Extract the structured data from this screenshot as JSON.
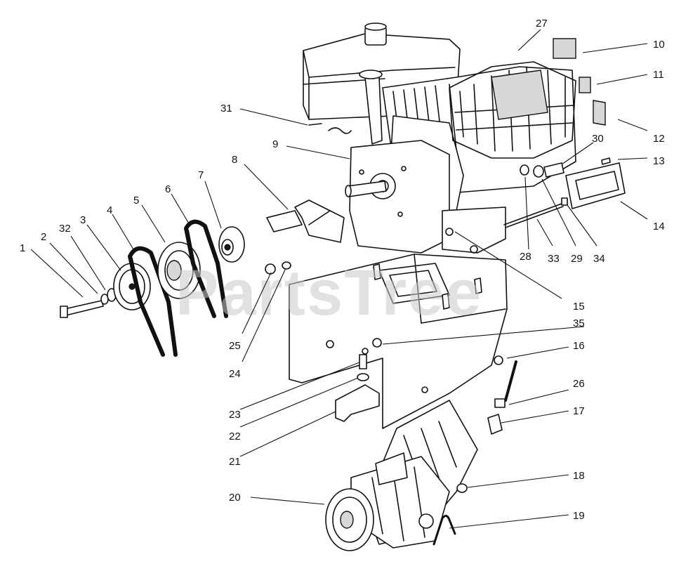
{
  "diagram": {
    "watermark": "PartsTree",
    "callouts": [
      {
        "id": "1",
        "label": "1"
      },
      {
        "id": "2",
        "label": "2"
      },
      {
        "id": "32",
        "label": "32"
      },
      {
        "id": "3",
        "label": "3"
      },
      {
        "id": "4",
        "label": "4"
      },
      {
        "id": "5",
        "label": "5"
      },
      {
        "id": "6",
        "label": "6"
      },
      {
        "id": "7",
        "label": "7"
      },
      {
        "id": "8",
        "label": "8"
      },
      {
        "id": "9",
        "label": "9"
      },
      {
        "id": "31",
        "label": "31"
      },
      {
        "id": "27",
        "label": "27"
      },
      {
        "id": "10",
        "label": "10"
      },
      {
        "id": "11",
        "label": "11"
      },
      {
        "id": "12",
        "label": "12"
      },
      {
        "id": "30",
        "label": "30"
      },
      {
        "id": "13",
        "label": "13"
      },
      {
        "id": "14",
        "label": "14"
      },
      {
        "id": "28",
        "label": "28"
      },
      {
        "id": "33",
        "label": "33"
      },
      {
        "id": "29",
        "label": "29"
      },
      {
        "id": "34",
        "label": "34"
      },
      {
        "id": "15",
        "label": "15"
      },
      {
        "id": "35",
        "label": "35"
      },
      {
        "id": "16",
        "label": "16"
      },
      {
        "id": "25",
        "label": "25"
      },
      {
        "id": "24",
        "label": "24"
      },
      {
        "id": "26",
        "label": "26"
      },
      {
        "id": "17",
        "label": "17"
      },
      {
        "id": "23",
        "label": "23"
      },
      {
        "id": "22",
        "label": "22"
      },
      {
        "id": "21",
        "label": "21"
      },
      {
        "id": "18",
        "label": "18"
      },
      {
        "id": "20",
        "label": "20"
      },
      {
        "id": "19",
        "label": "19"
      }
    ]
  }
}
